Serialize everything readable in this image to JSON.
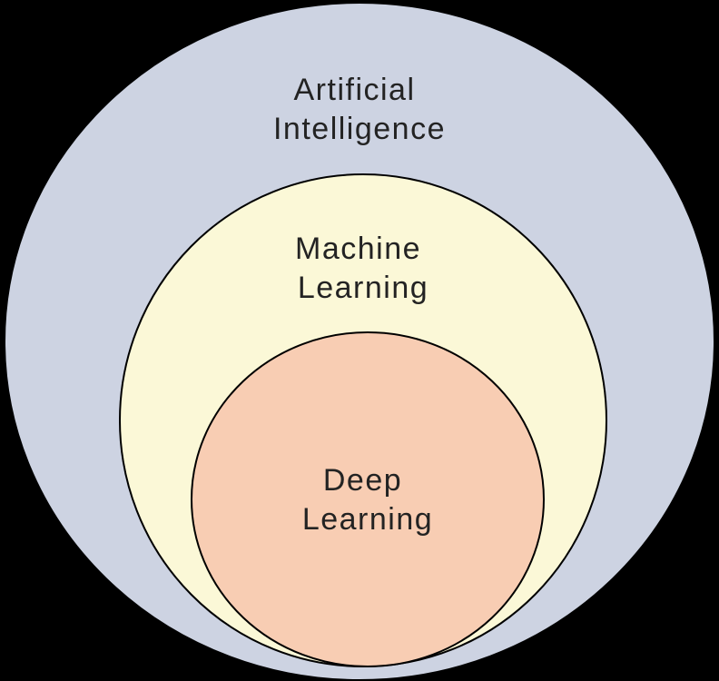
{
  "diagram": {
    "title": "AI / ML / DL nested Venn diagram",
    "background_color": "#000000",
    "stroke_color": "#000000",
    "text_color": "#232323",
    "circles": [
      {
        "id": "artificial-intelligence",
        "label_line1": "Artificial",
        "label_line2": "Intelligence",
        "fill": "#cdd3e2"
      },
      {
        "id": "machine-learning",
        "label_line1": "Machine",
        "label_line2": "Learning",
        "fill": "#fbf8d7"
      },
      {
        "id": "deep-learning",
        "label_line1": "Deep",
        "label_line2": "Learning",
        "fill": "#f8cdb3"
      }
    ]
  }
}
